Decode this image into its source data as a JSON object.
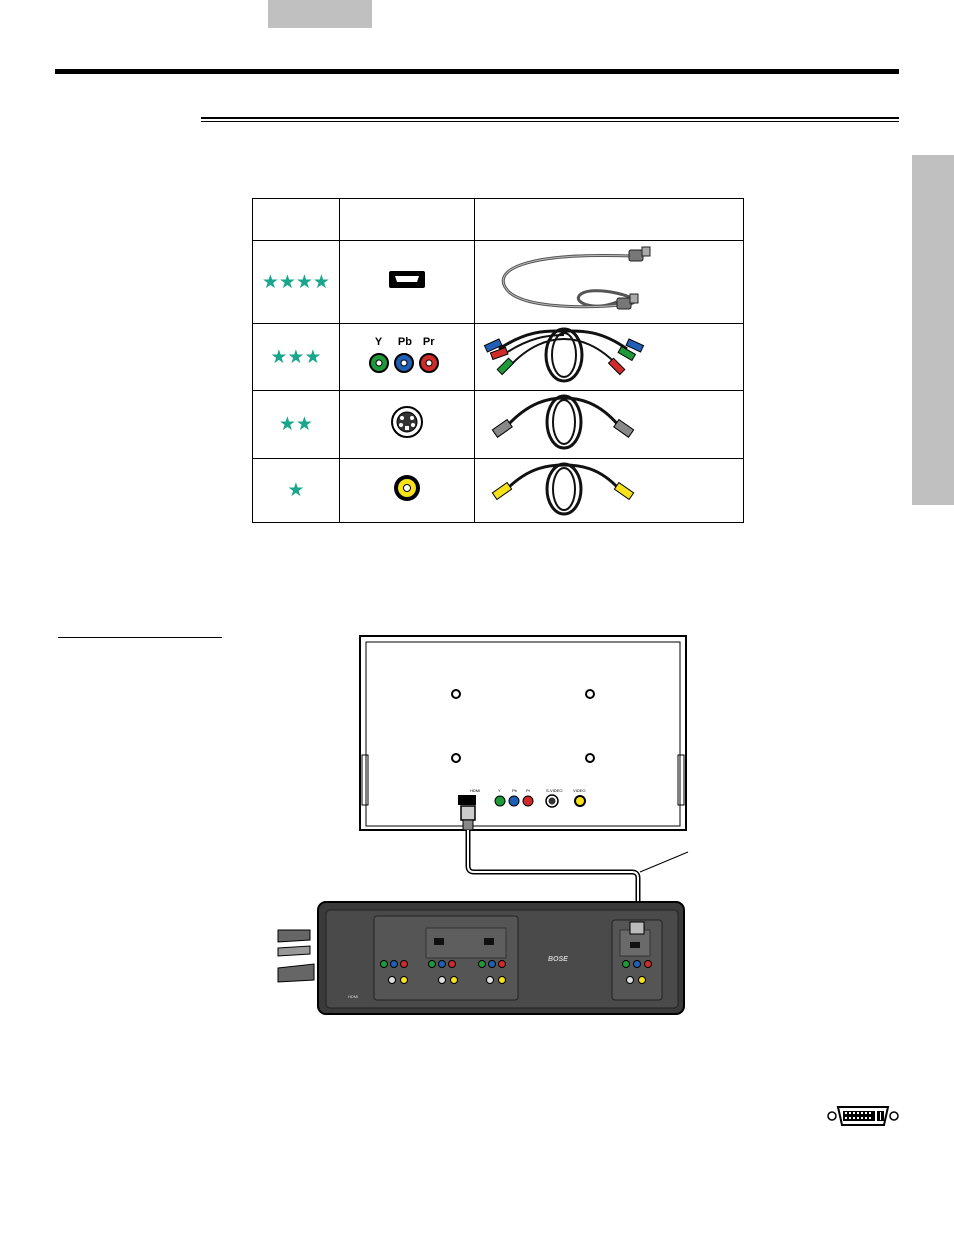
{
  "table": {
    "headers": [
      "",
      "",
      ""
    ],
    "rows": [
      {
        "stars": "★★★★",
        "rating": 4,
        "connector": "hdmi-port-icon",
        "cable": "hdmi-cable"
      },
      {
        "stars": "★★★",
        "rating": 3,
        "connector": "component-ports-icon",
        "cable": "component-cable",
        "labels": {
          "y": "Y",
          "pb": "Pb",
          "pr": "Pr"
        }
      },
      {
        "stars": "★★",
        "rating": 2,
        "connector": "s-video-port-icon",
        "cable": "s-video-cable"
      },
      {
        "stars": "★",
        "rating": 1,
        "connector": "composite-port-icon",
        "cable": "composite-cable"
      }
    ]
  },
  "diagram": {
    "tv_ports": {
      "hdmi": "HDMI",
      "y": "Y",
      "pb": "Pb",
      "pr": "Pr",
      "svideo": "S-VIDEO",
      "video": "VIDEO"
    },
    "console": {
      "brand": "BOSE",
      "hdmi_logo": "HDMI"
    }
  },
  "colors": {
    "star": "#1aa68c",
    "green": "#1f9a3a",
    "blue": "#1f5fb5",
    "red": "#d12a2a",
    "yellow": "#f5e21a",
    "gray_tab": "#c0c0c0"
  }
}
